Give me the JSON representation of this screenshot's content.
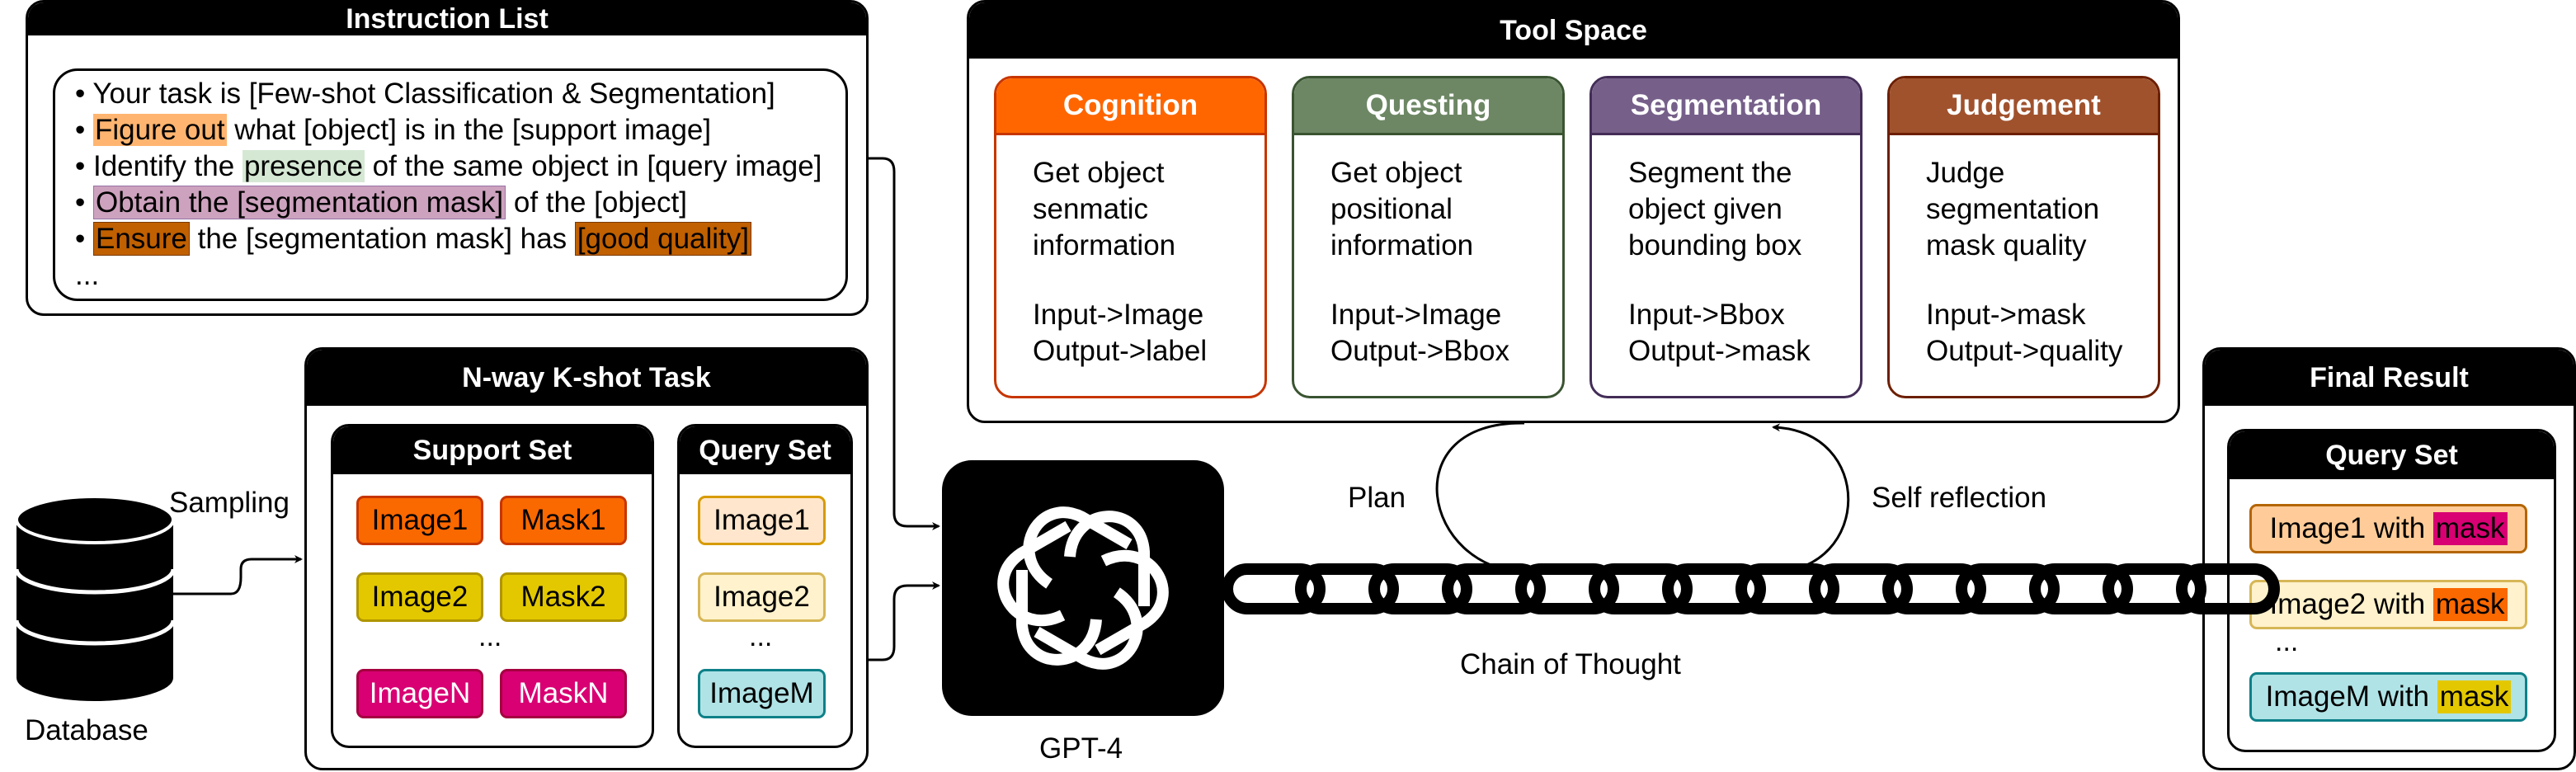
{
  "instruction_list": {
    "title": "Instruction List",
    "lines": [
      {
        "segments": [
          {
            "text": "• Your task is [Few-shot Classification & Segmentation]",
            "hl": ""
          }
        ]
      },
      {
        "segments": [
          {
            "text": "• ",
            "hl": ""
          },
          {
            "text": "Figure out",
            "hl": "1"
          },
          {
            "text": " what [object] is in the [support image]",
            "hl": ""
          }
        ]
      },
      {
        "segments": [
          {
            "text": "• Identify the ",
            "hl": ""
          },
          {
            "text": "presence",
            "hl": "2"
          },
          {
            "text": " of the same object in [query image]",
            "hl": ""
          }
        ]
      },
      {
        "segments": [
          {
            "text": "• ",
            "hl": ""
          },
          {
            "text": "Obtain the [segmentation mask]",
            "hl": "3"
          },
          {
            "text": " of the [object]",
            "hl": ""
          }
        ]
      },
      {
        "segments": [
          {
            "text": "• ",
            "hl": ""
          },
          {
            "text": "Ensure",
            "hl": "4"
          },
          {
            "text": " the [segmentation mask] has ",
            "hl": ""
          },
          {
            "text": "[good quality]",
            "hl": "4"
          }
        ]
      },
      {
        "segments": [
          {
            "text": "...",
            "hl": ""
          }
        ]
      }
    ]
  },
  "task": {
    "title": "N-way K-shot Task",
    "support": {
      "title": "Support Set",
      "rows": [
        [
          "Image1",
          "Mask1"
        ],
        [
          "Image2",
          "Mask2"
        ],
        [
          "ImageN",
          "MaskN"
        ]
      ],
      "ellipsis": "..."
    },
    "query": {
      "title": "Query Set",
      "items": [
        "Image1",
        "Image2",
        "ImageM"
      ],
      "ellipsis": "..."
    }
  },
  "database": {
    "label": "Database",
    "edge_label": "Sampling"
  },
  "tool_space": {
    "title": "Tool Space",
    "tools": [
      {
        "name": "Cognition",
        "desc": [
          "Get object",
          "senmatic",
          "information"
        ],
        "io": [
          "Input->Image",
          "Output->label"
        ],
        "header_color": "#ff6600",
        "border_color": "#c73500"
      },
      {
        "name": "Questing",
        "desc": [
          "Get object",
          "positional",
          "information"
        ],
        "io": [
          "Input->Image",
          "Output->Bbox"
        ],
        "header_color": "#6d8764",
        "border_color": "#3a5431"
      },
      {
        "name": "Segmentation",
        "desc": [
          "Segment the",
          "object given",
          "bounding box"
        ],
        "io": [
          "Input->Bbox",
          "Output->mask"
        ],
        "header_color": "#76608a",
        "border_color": "#432d57"
      },
      {
        "name": "Judgement",
        "desc": [
          "Judge",
          "segmentation",
          "mask quality"
        ],
        "io": [
          "Input->mask",
          "Output->quality"
        ],
        "header_color": "#a0522d",
        "border_color": "#6d1f00"
      }
    ]
  },
  "gpt": {
    "label": "GPT-4"
  },
  "flow": {
    "plan": "Plan",
    "self_reflection": "Self reflection",
    "chain": "Chain of Thought"
  },
  "final_result": {
    "title": "Final Result",
    "query_title": "Query Set",
    "items": [
      {
        "prefix": "Image1 with ",
        "mark": "mask"
      },
      {
        "prefix": "Image2 with ",
        "mark": "mask"
      },
      {
        "prefix": "ImageM with ",
        "mark": "mask"
      }
    ],
    "ellipsis": "..."
  },
  "colors": {
    "support_image": "#fa6800",
    "support_image_border": "#c73500",
    "support_image2": "#e3c800",
    "support_image2_border": "#b09500",
    "support_imagen": "#d80073",
    "support_imagen_border": "#a50040",
    "query_image": "#ffe6cc",
    "query_image_border": "#d79b00",
    "query_image2": "#fff2cc",
    "query_image2_border": "#d6b656",
    "query_imagem": "#b0e3e6",
    "query_imagem_border": "#0e8088",
    "final_image1": "#ffcc99",
    "final_image1_border": "#b46504",
    "final_image2": "#fff2cc",
    "final_image2_border": "#d6b656",
    "final_imagem": "#b0e3e6",
    "final_imagem_border": "#0e8088",
    "mark1": "#d80073",
    "mark2": "#fa6800",
    "mark3": "#e3c800"
  }
}
